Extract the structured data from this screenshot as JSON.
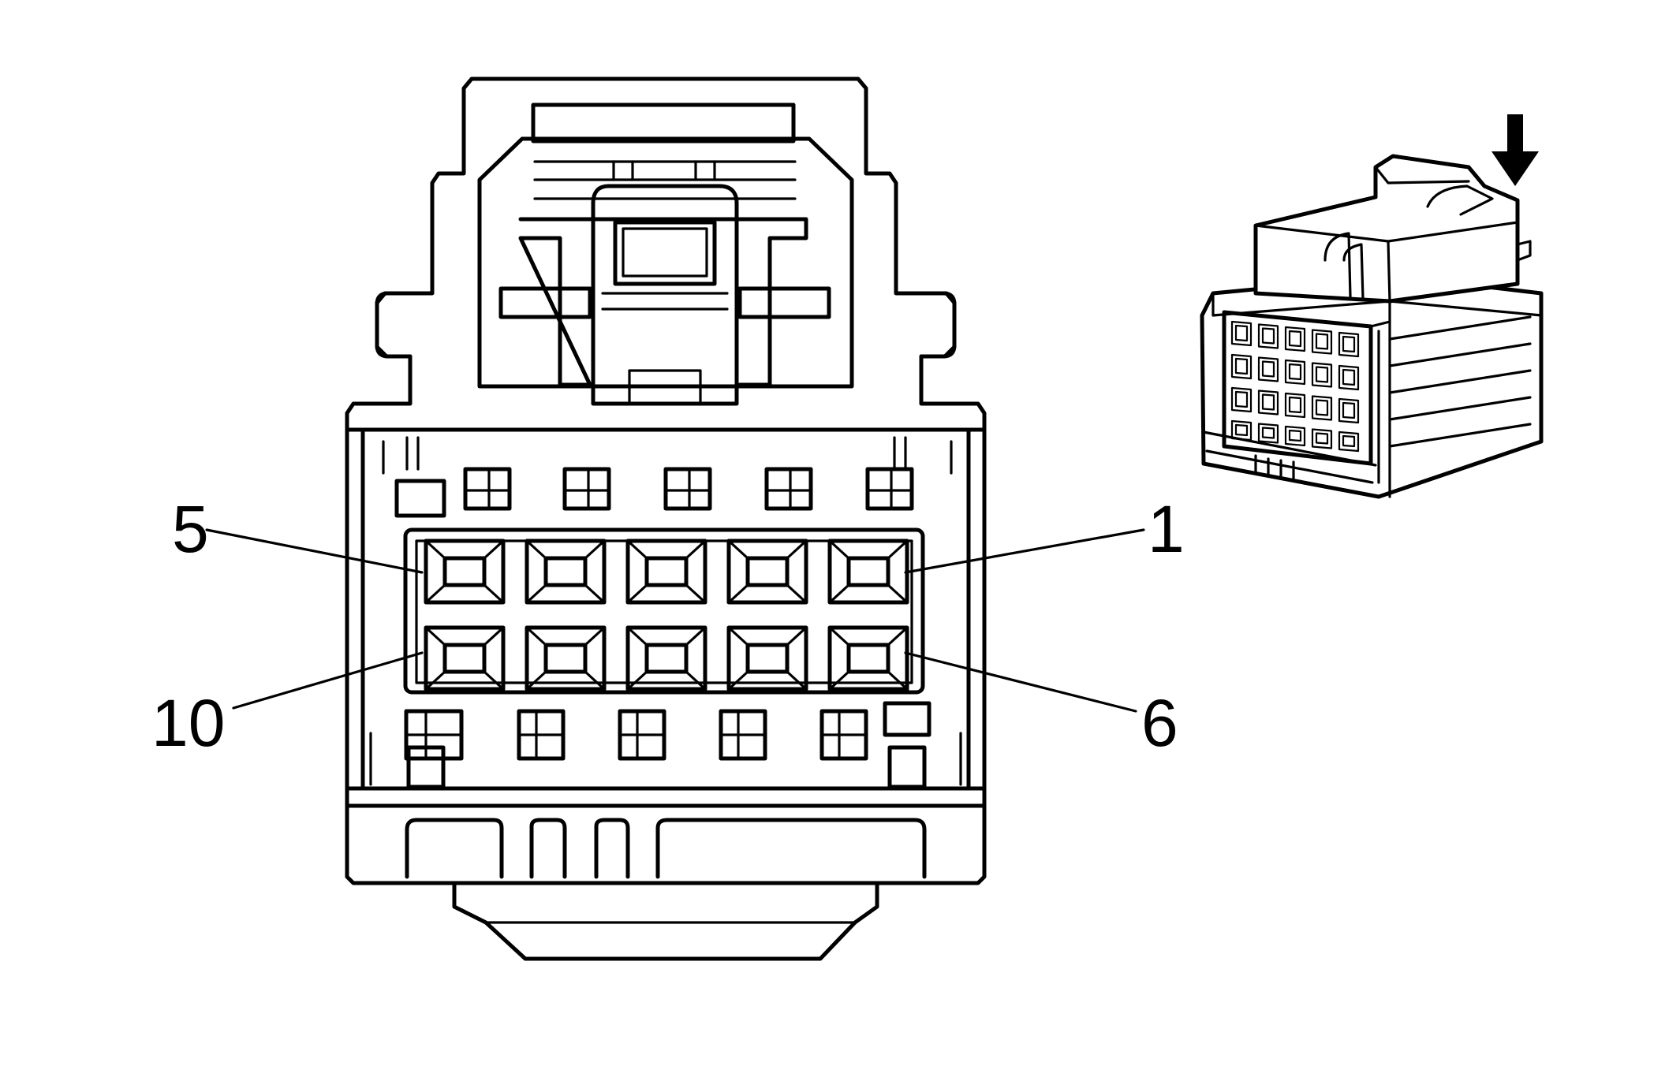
{
  "diagram": {
    "pin_labels": [
      {
        "pin": "5",
        "text": "5"
      },
      {
        "pin": "1",
        "text": "1"
      },
      {
        "pin": "10",
        "text": "10"
      },
      {
        "pin": "6",
        "text": "6"
      }
    ],
    "cavity_rows": 2,
    "cavities_per_row": 5,
    "inset_view": "isometric",
    "indicator": "down-arrow-icon"
  }
}
